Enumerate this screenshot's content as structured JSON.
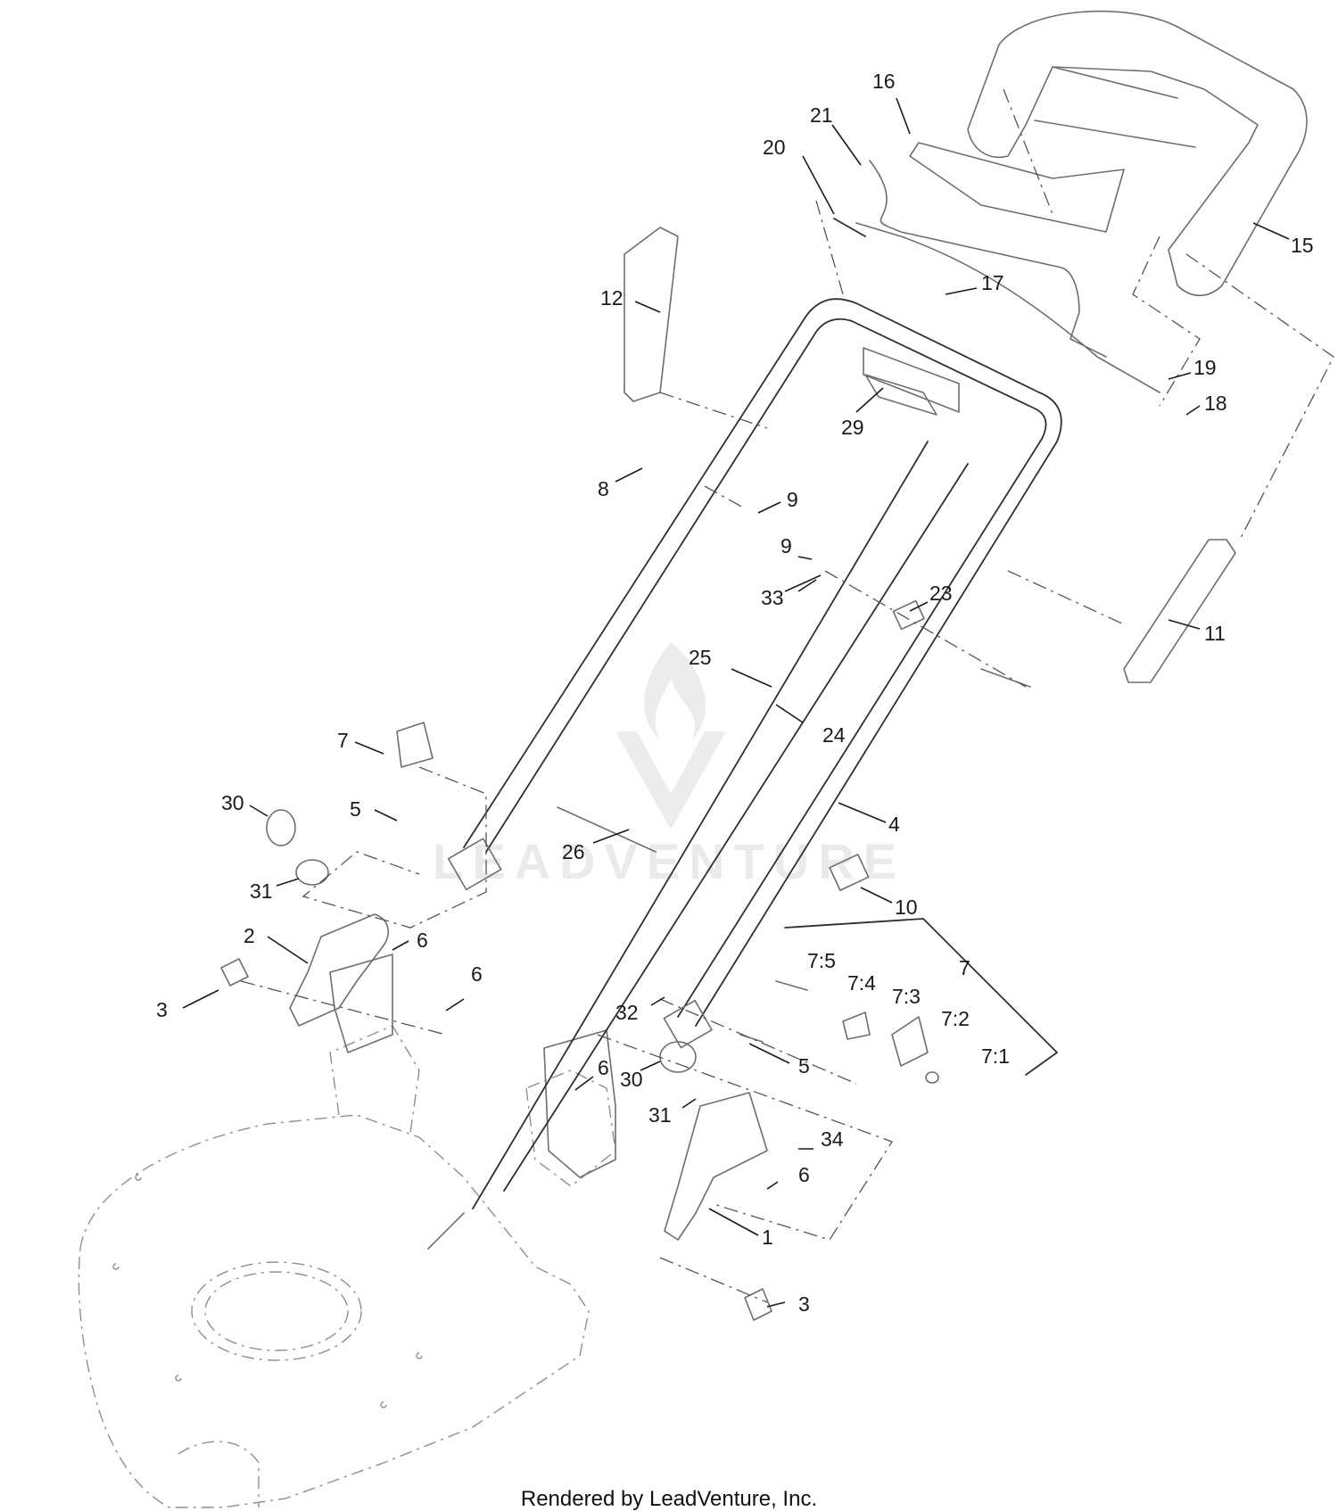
{
  "diagram": {
    "callouts": {
      "c1": "1",
      "c2": "2",
      "c3a": "3",
      "c3b": "3",
      "c4": "4",
      "c5a": "5",
      "c5b": "5",
      "c6a": "6",
      "c6b": "6",
      "c6c": "6",
      "c6d": "6",
      "c7a": "7",
      "c7b": "7",
      "c7_1": "7:1",
      "c7_2": "7:2",
      "c7_3": "7:3",
      "c7_4": "7:4",
      "c7_5": "7:5",
      "c8": "8",
      "c9a": "9",
      "c9b": "9",
      "c10": "10",
      "c11": "11",
      "c12": "12",
      "c15": "15",
      "c16": "16",
      "c17": "17",
      "c18": "18",
      "c19": "19",
      "c20": "20",
      "c21": "21",
      "c23": "23",
      "c24": "24",
      "c25": "25",
      "c26": "26",
      "c29": "29",
      "c30a": "30",
      "c30b": "30",
      "c31a": "31",
      "c31b": "31",
      "c32": "32",
      "c33": "33",
      "c34": "34"
    },
    "footer": "Rendered by LeadVenture, Inc.",
    "watermark": "LEADVENTURE"
  }
}
